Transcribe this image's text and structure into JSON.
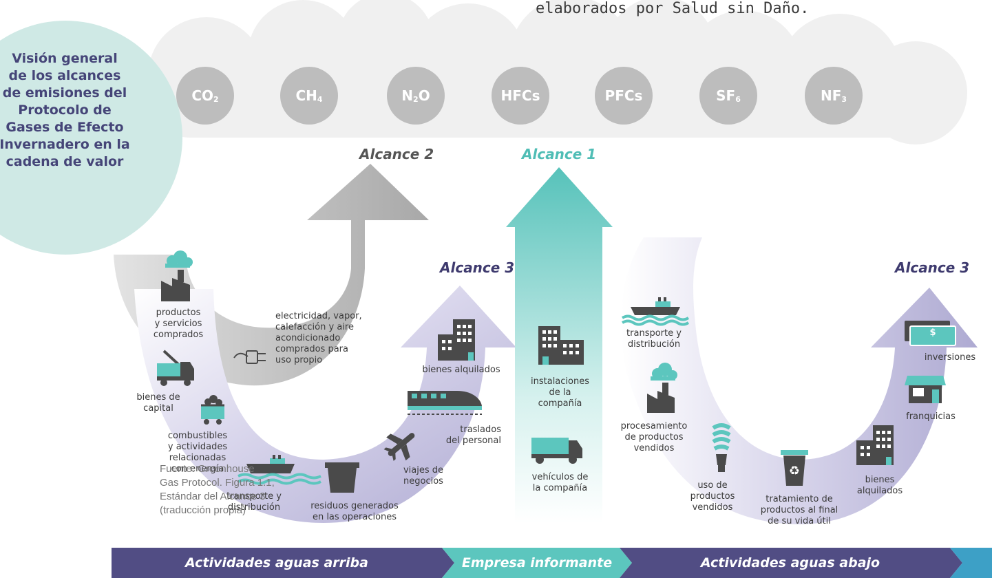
{
  "header_note": "elaborados por Salud sin Daño.",
  "title": "Visión general\nde los alcances\nde emisiones del\nProtocolo de\nGases de Efecto\nInvernadero en la\ncadena de valor",
  "gases": [
    {
      "base": "CO",
      "sub": "2"
    },
    {
      "base": "CH",
      "sub": "4"
    },
    {
      "base": "N",
      "sub": "2",
      "tail": "O"
    },
    {
      "base": "HFCs",
      "sub": ""
    },
    {
      "base": "PFCs",
      "sub": ""
    },
    {
      "base": "SF",
      "sub": "6"
    },
    {
      "base": "NF",
      "sub": "3"
    }
  ],
  "scopes": {
    "scope2": "Alcance 2",
    "scope1": "Alcance 1",
    "scope3_up": "Alcance 3",
    "scope3_down": "Alcance 3"
  },
  "upstream_labels": {
    "purchased_goods": "productos\ny servicios\ncomprados",
    "capital_goods": "bienes de\ncapital",
    "fuel_energy": "combustibles\ny actividades\nrelacionadas\ncon energía",
    "transport": "transporte y\ndistribución",
    "waste": "residuos generados\nen las operaciones",
    "business_travel": "viajes de\nnegocios",
    "commuting": "traslados\ndel personal",
    "leased_assets": "bienes alquilados",
    "electricity": "electricidad, vapor,\ncalefacción y aire\nacondicionado\ncomprados para\nuso propio"
  },
  "company_labels": {
    "facilities": "instalaciones\nde la\ncompañía",
    "vehicles": "vehículos de\nla compañía"
  },
  "downstream_labels": {
    "transport": "transporte y\ndistribución",
    "processing": "procesamiento\nde productos\nvendidos",
    "use": "uso de\nproductos\nvendidos",
    "end_of_life": "tratamiento de\nproductos al final\nde su vida útil",
    "leased_assets": "bienes\nalquilados",
    "franchises": "franquicias",
    "investments": "inversiones",
    "money_symbol": "$"
  },
  "source": "Fuente: Greenhouse\nGas Protocol. Figura 1.1,\nEstándar del Alcance 3\n(traducción propia)",
  "bottom_bar": {
    "upstream": "Actividades aguas arriba",
    "reporting": "Empresa informante",
    "downstream": "Actividades aguas abajo"
  },
  "colors": {
    "teal": "#5cc6be",
    "purple": "#4e4a82",
    "lavender": "#c9c6e2",
    "gray": "#bdbdbd",
    "icon_dark": "#4a4a4a"
  }
}
